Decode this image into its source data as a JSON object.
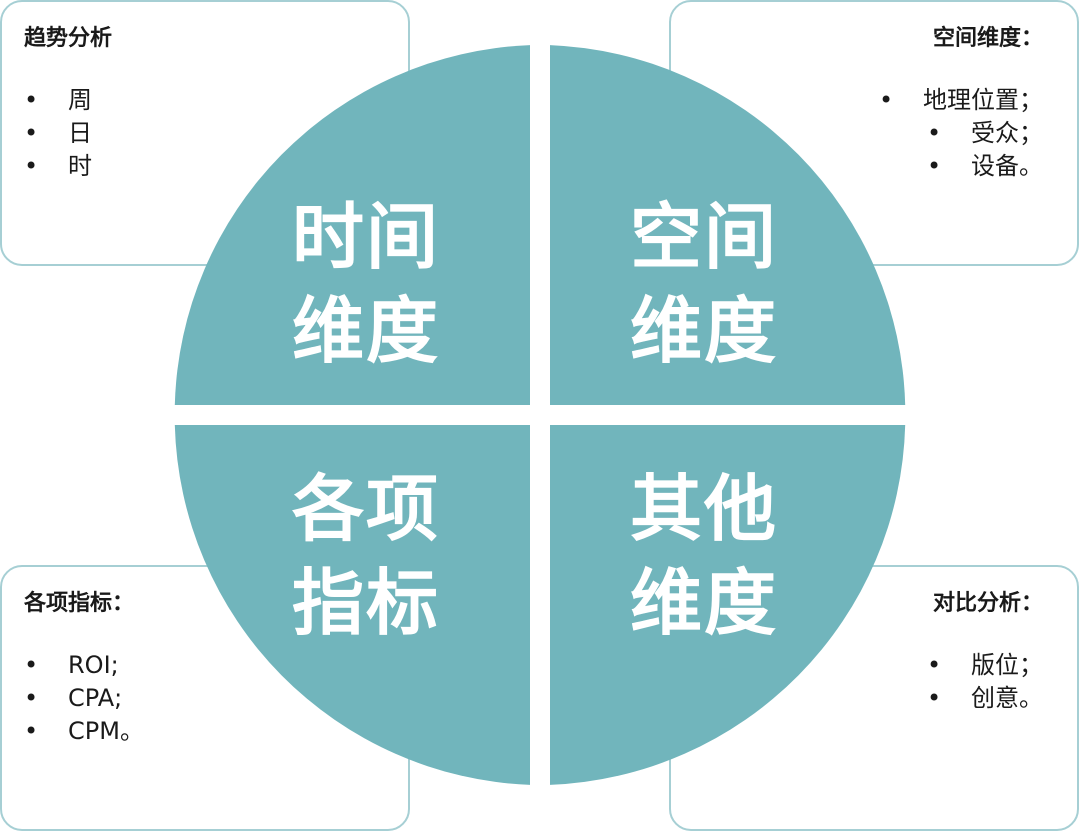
{
  "quadrants": {
    "top_left": {
      "line1": "时间",
      "line2": "维度"
    },
    "top_right": {
      "line1": "空间",
      "line2": "维度"
    },
    "bottom_left": {
      "line1": "各项",
      "line2": "指标"
    },
    "bottom_right": {
      "line1": "其他",
      "line2": "维度"
    }
  },
  "cards": {
    "top_left": {
      "title": "趋势分析",
      "bullet": "•",
      "items": [
        "周",
        "日",
        "时"
      ]
    },
    "top_right": {
      "title": "空间维度：",
      "bullet": "•",
      "items": [
        "地理位置；",
        "受众；",
        "设备。"
      ]
    },
    "bottom_left": {
      "title": "各项指标：",
      "bullet": "•",
      "items": [
        "ROI;",
        "CPA;",
        "CPM。"
      ]
    },
    "bottom_right": {
      "title": "对比分析：",
      "bullet": "•",
      "items": [
        "版位；",
        "创意。"
      ]
    }
  },
  "colors": {
    "quadrant_fill": "#71b5bc",
    "card_border": "#a6cfd4",
    "text": "#1a1a1a"
  }
}
